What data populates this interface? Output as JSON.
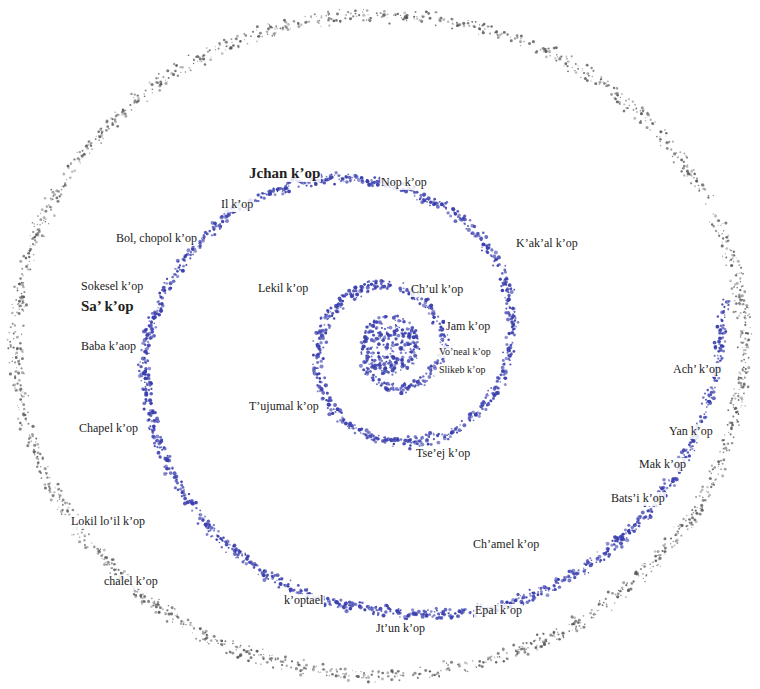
{
  "diagram": {
    "labels": [
      "Jchan k’op",
      "Nop k’op",
      "Il k’op",
      "Bol, chopol k’op",
      "K’ak’al k’op",
      "Sokesel k’op",
      "Sa’ k’op",
      "Lekil k’op",
      "Ch’ul k’op",
      "Jam k’op",
      "Vo’neal k’op",
      "Slikeb k’op",
      "Baba k’aop",
      "Ach’ k’op",
      "T’ujumal k’op",
      "Yan k’op",
      "Chapel k’op",
      "Tse’ej k’op",
      "Mak k’op",
      "Bats’i k’op",
      "Lokil lo’il k’op",
      "Ch’amel k’op",
      "chalel k’op",
      "k’optael",
      "Epal k’op",
      "Jt’un k’op"
    ]
  }
}
